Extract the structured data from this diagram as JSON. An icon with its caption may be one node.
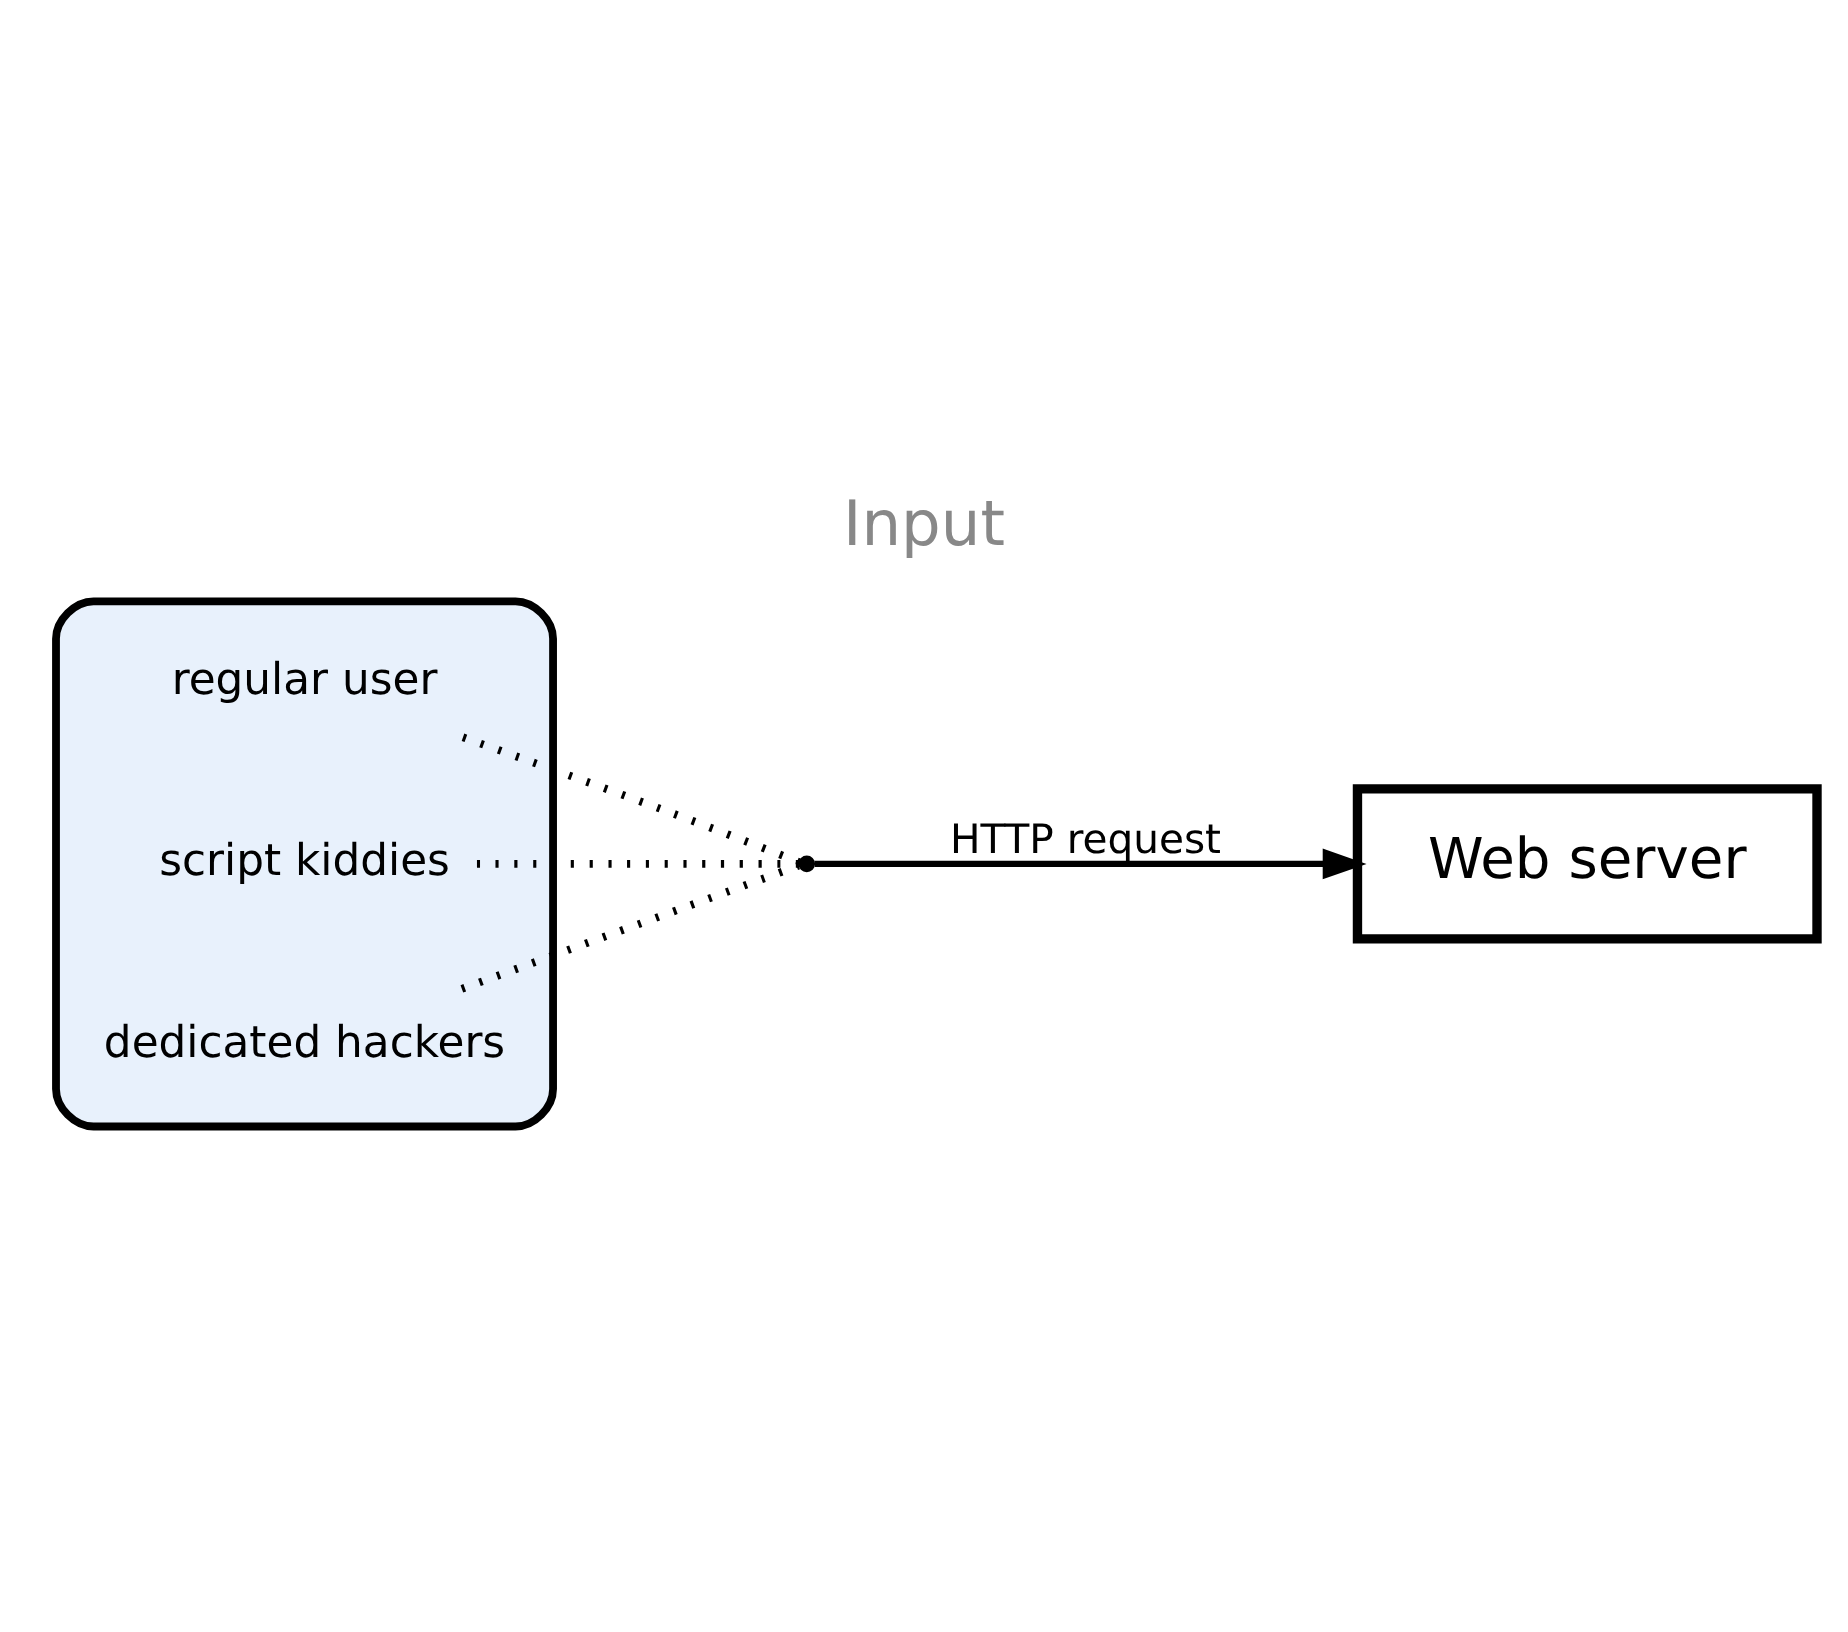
{
  "diagram": {
    "title": "Input",
    "nodes": [
      {
        "text": [],
        "shape": "cloud"
      },
      {
        "text": [
          "regular user"
        ],
        "in": 0
      },
      {
        "text": [
          "script kiddies"
        ],
        "in": 0
      },
      {
        "text": [
          "dedicated hackers"
        ],
        "in": 0
      },
      {
        "text": [],
        "shape": "point"
      },
      {
        "text": [
          "Web server"
        ]
      }
    ],
    "edges": [
      {
        "from": 1,
        "to": 4,
        "arrow": "none",
        "style": "dashed"
      },
      {
        "from": 2,
        "to": 4,
        "arrow": "none",
        "style": "dashed"
      },
      {
        "from": 3,
        "to": 4,
        "arrow": "none",
        "style": "dashed"
      },
      {
        "from": 4,
        "to": 5,
        "arrow": "to",
        "label": "HTTP request"
      }
    ]
  }
}
